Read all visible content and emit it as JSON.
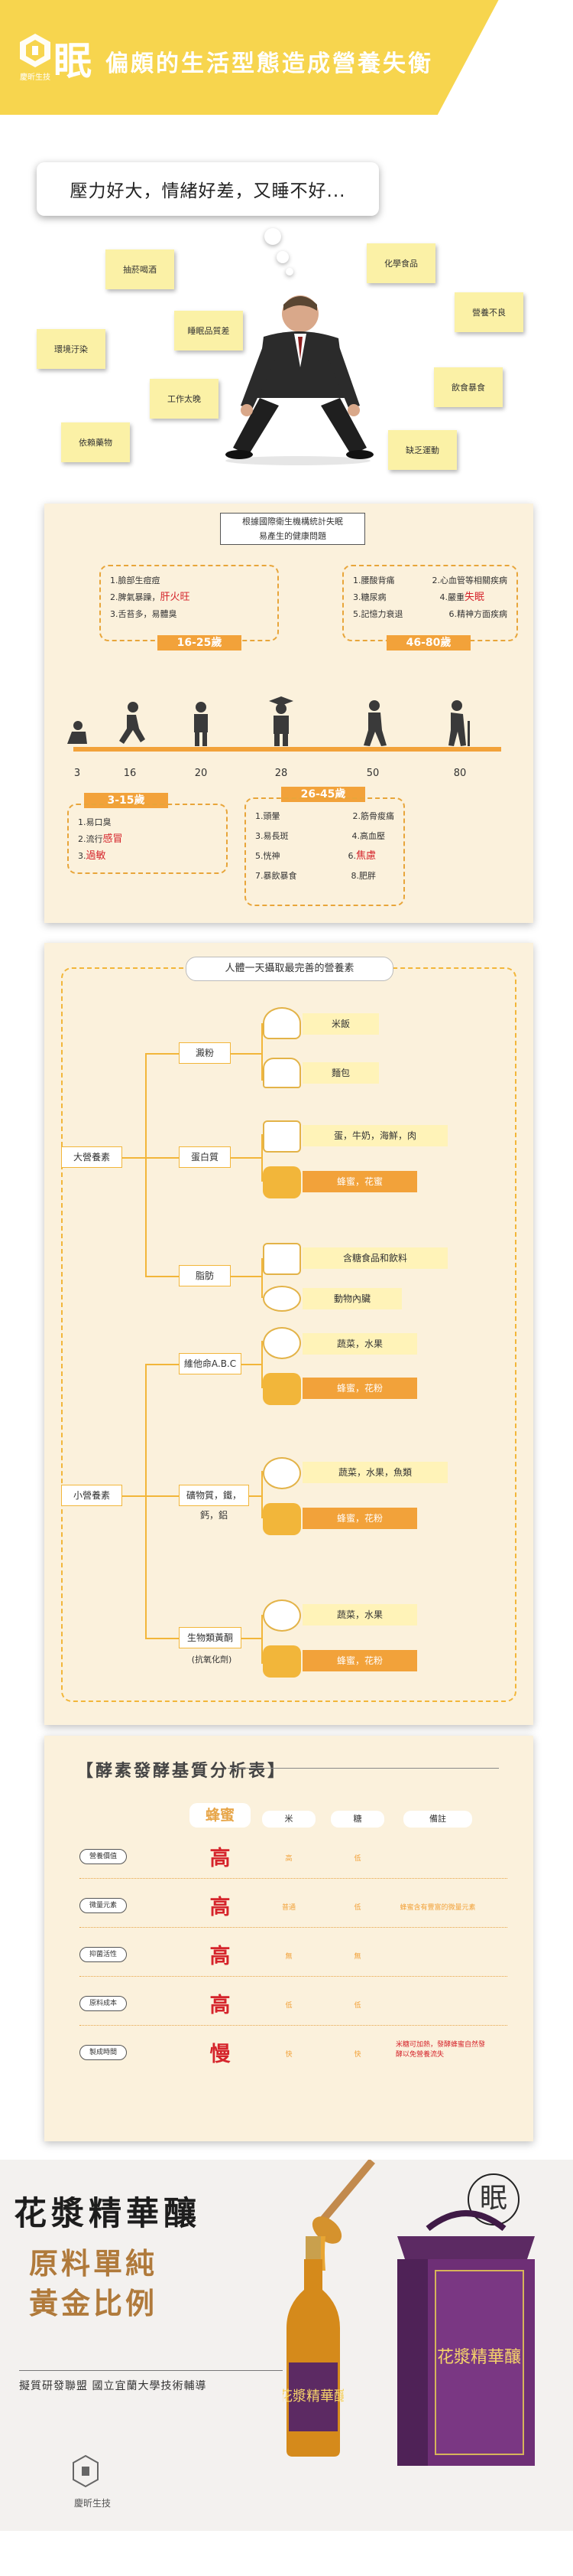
{
  "header": {
    "brand": "慶昕生技",
    "logo_char": "眠",
    "title": "偏頗的生活型態造成營養失衡"
  },
  "stress": {
    "thought": "壓力好大，情緒好差，又睡不好...",
    "notes": [
      "抽菸喝酒",
      "化學食品",
      "營養不良",
      "睡眠品質差",
      "環境汙染",
      "工作太晚",
      "飲食暴食",
      "依賴藥物",
      "缺乏運動"
    ]
  },
  "health": {
    "title_lines": [
      "根據國際衛生機構統計失眠",
      "易產生的健康問題"
    ],
    "groups": [
      {
        "age": "16-25歲",
        "items": [
          {
            "n": "1.",
            "pre": "臉部生痘痘",
            "hl": "",
            "post": ""
          },
          {
            "n": "2.",
            "pre": "脾氣暴躁，",
            "hl": "肝火旺",
            "post": ""
          },
          {
            "n": "3.",
            "pre": "舌苔多，易體臭",
            "hl": "",
            "post": ""
          }
        ]
      },
      {
        "age": "46-80歲",
        "items": [
          {
            "n": "1.",
            "pre": "腰酸背痛",
            "hl": "",
            "post": ""
          },
          {
            "n": "2.",
            "pre": "心血管等相關疾病",
            "hl": "",
            "post": ""
          },
          {
            "n": "3.",
            "pre": "糖尿病",
            "hl": "",
            "post": ""
          },
          {
            "n": "4.",
            "pre": "嚴重",
            "hl": "失眠",
            "post": ""
          },
          {
            "n": "5.",
            "pre": "記憶力衰退",
            "hl": "",
            "post": ""
          },
          {
            "n": "6.",
            "pre": "精神方面疾病",
            "hl": "",
            "post": ""
          }
        ]
      },
      {
        "age": "3-15歲",
        "items": [
          {
            "n": "1.",
            "pre": "易口臭",
            "hl": "",
            "post": ""
          },
          {
            "n": "2.",
            "pre": "流行",
            "hl": "感冒",
            "post": ""
          },
          {
            "n": "3.",
            "pre": "",
            "hl": "過敏",
            "post": ""
          }
        ]
      },
      {
        "age": "26-45歲",
        "items": [
          {
            "n": "1.",
            "pre": "頭暈",
            "hl": "",
            "post": ""
          },
          {
            "n": "2.",
            "pre": "筋骨痠痛",
            "hl": "",
            "post": ""
          },
          {
            "n": "3.",
            "pre": "易長斑",
            "hl": "",
            "post": ""
          },
          {
            "n": "4.",
            "pre": "高血壓",
            "hl": "",
            "post": ""
          },
          {
            "n": "5.",
            "pre": "恍神",
            "hl": "",
            "post": ""
          },
          {
            "n": "6.",
            "pre": "",
            "hl": "焦慮",
            "post": ""
          },
          {
            "n": "7.",
            "pre": "暴飲暴食",
            "hl": "",
            "post": ""
          },
          {
            "n": "8.",
            "pre": "肥胖",
            "hl": "",
            "post": ""
          }
        ]
      }
    ],
    "ticks": [
      "3",
      "16",
      "20",
      "28",
      "50",
      "80"
    ]
  },
  "nutrition": {
    "title": "人體一天攝取最完善的營養素",
    "macro": "大營養素",
    "micro": "小營養素",
    "starch": "澱粉",
    "rice": "米飯",
    "bread": "麵包",
    "protein": "蛋白質",
    "protein_food": "蛋，牛奶，海鮮，肉",
    "honey_pollen": "蜂蜜，花蜜",
    "fat": "脂肪",
    "fat_food1": "含糖食品和飲料",
    "fat_food2": "動物內臟",
    "vitamin": "維他命A.B.C",
    "veg_fruit": "蔬菜，水果",
    "honey_pollen2": "蜂蜜，花粉",
    "minerals": "礦物質，鐵，鈣，鋁",
    "veg_fruit_fish": "蔬菜，水果，魚類",
    "honey_pollen3": "蜂蜜，花粉",
    "flavonoid": "生物類黃酮",
    "flavonoid_sub": "(抗氧化劑)",
    "veg_fruit3": "蔬菜，水果",
    "honey_pollen4": "蜂蜜，花粉"
  },
  "ferment": {
    "title": "酵素發酵基質分析表",
    "columns": [
      "蜂蜜",
      "米",
      "糖",
      "備註"
    ],
    "rows": [
      {
        "label": "營養價值",
        "honey": "高",
        "rice": "高",
        "sugar": "低",
        "note": ""
      },
      {
        "label": "微量元素",
        "honey": "高",
        "rice": "普通",
        "sugar": "低",
        "note": "蜂蜜含有豐富的微量元素"
      },
      {
        "label": "抑菌活性",
        "honey": "高",
        "rice": "無",
        "sugar": "無",
        "note": ""
      },
      {
        "label": "原料成本",
        "honey": "高",
        "rice": "低",
        "sugar": "低",
        "note": ""
      },
      {
        "label": "製成時間",
        "honey": "慢",
        "rice": "快",
        "sugar": "快",
        "note": "米糖可加熱，發酵蜂蜜自然發酵以免營養流失"
      }
    ]
  },
  "product": {
    "name": "花漿精華釀",
    "slogan1": "原料單純",
    "slogan2": "黃金比例",
    "footnote": "擬質研發聯盟  國立宜蘭大學技術輔導",
    "brand": "慶昕生技",
    "seal": "眠",
    "box_text": "花漿精華釀"
  }
}
